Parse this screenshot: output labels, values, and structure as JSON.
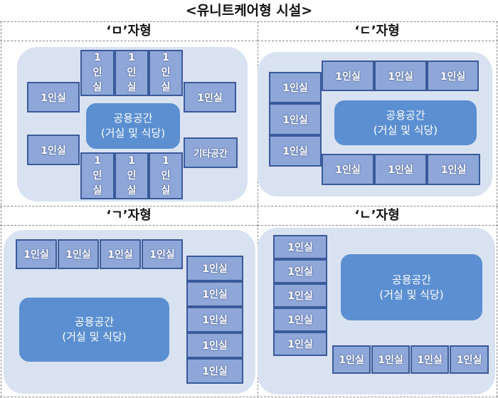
{
  "title": "<유니트케어형 시설>",
  "cells": {
    "tl": {
      "title": "‘ㅁ’자형",
      "common": {
        "line1": "공용공간",
        "line2": "(거실 및 식당)"
      },
      "room_label": "1인실",
      "vert_chars": [
        "1",
        "인",
        "실"
      ],
      "etc_label": "기타공간"
    },
    "tr": {
      "title": "‘ㄷ’자형",
      "common": {
        "line1": "공용공간",
        "line2": "(거실 및 식당)"
      },
      "room_label": "1인실"
    },
    "bl": {
      "title": "‘ㄱ’자형",
      "common": {
        "line1": "공용공간",
        "line2": "(거실 및 식당)"
      },
      "room_label": "1인실"
    },
    "br": {
      "title": "‘ㄴ’자형",
      "common": {
        "line1": "공용공간",
        "line2": "(거실 및 식당)"
      },
      "room_label": "1인실"
    }
  },
  "colors": {
    "panel": "#d9e2f1",
    "room": "#8fa7d8",
    "room_border": "#3a5a9a",
    "common": "#5b8fd1"
  }
}
